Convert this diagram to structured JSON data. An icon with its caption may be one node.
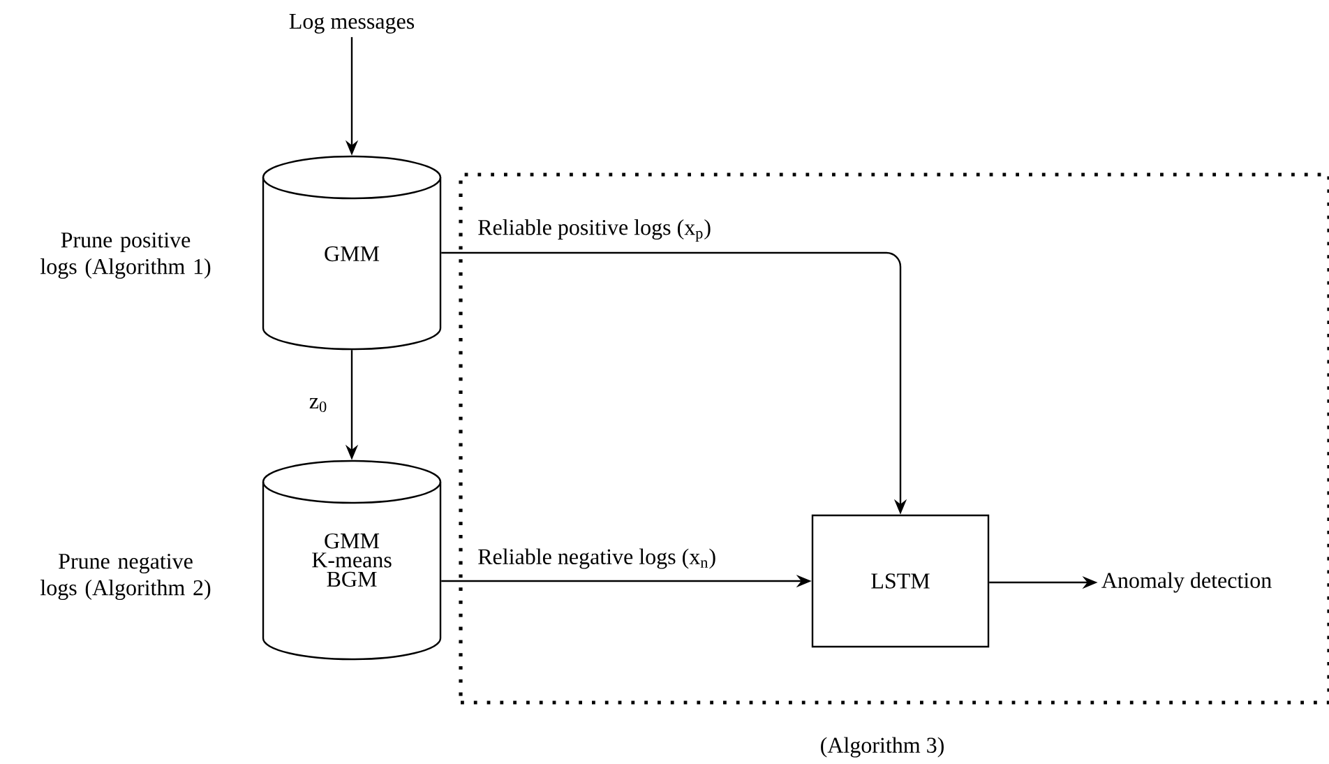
{
  "diagram": {
    "nodes": [
      {
        "text": [
          "Log messages"
        ]
      },
      {
        "text": [
          "GMM"
        ],
        "beside": [
          "Prune positive logs (Algorithm 1)"
        ]
      },
      {
        "text": [
          "GMM",
          "K-means",
          "BGM"
        ],
        "beside": [
          "Prune negative logs (Algorithm 2)"
        ]
      },
      {
        "text": [
          "(Algorithm 3)"
        ]
      },
      {
        "text": [
          "LSTM"
        ],
        "in": 3
      },
      {
        "text": [
          "Anomaly detection"
        ],
        "in": 3
      }
    ],
    "edges": [
      {
        "from": 0,
        "to": 1,
        "arrow": "to"
      },
      {
        "from": 1,
        "to": 2,
        "arrow": "to",
        "label": "z$_{0}$"
      },
      {
        "from": 1,
        "to": 4,
        "arrow": "to",
        "label": "Reliable positive logs (x$_{p}$)"
      },
      {
        "from": 2,
        "to": 4,
        "arrow": "to",
        "label": "Reliable negative logs (x$_{n}$)"
      },
      {
        "from": 4,
        "to": 5,
        "arrow": "to"
      }
    ]
  }
}
